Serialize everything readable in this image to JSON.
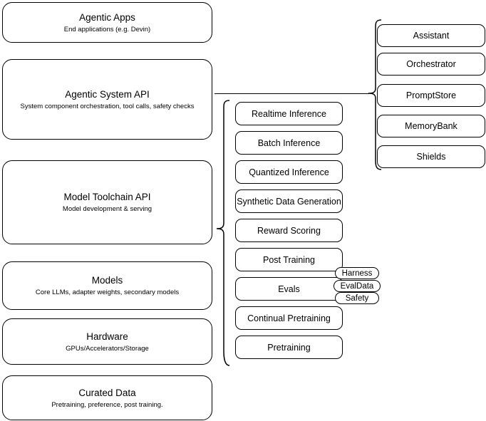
{
  "diagram": {
    "title": "AI stack layered architecture diagram",
    "stroke_color": "#000000",
    "background_color": "#ffffff"
  },
  "left_stack": {
    "name": "layer-stack",
    "layers": [
      {
        "title": "Agentic Apps",
        "subtitle": "End applications (e.g. Devin)"
      },
      {
        "title": "Agentic System API",
        "subtitle": "System component orchestration, tool calls, safety checks"
      },
      {
        "title": "Model Toolchain API",
        "subtitle": "Model development & serving"
      },
      {
        "title": "Models",
        "subtitle": "Core LLMs, adapter weights, secondary models"
      },
      {
        "title": "Hardware",
        "subtitle": "GPUs/Accelerators/Storage"
      },
      {
        "title": "Curated Data",
        "subtitle": "Pretraining, preference, post training."
      }
    ]
  },
  "toolchain_column": {
    "name": "model-toolchain-capabilities",
    "items": [
      {
        "label": "Realtime Inference"
      },
      {
        "label": "Batch Inference"
      },
      {
        "label": "Quantized Inference"
      },
      {
        "label": "Synthetic Data Generation"
      },
      {
        "label": "Reward Scoring"
      },
      {
        "label": "Post Training"
      },
      {
        "label": "Evals"
      },
      {
        "label": "Continual Pretraining"
      },
      {
        "label": "Pretraining"
      }
    ]
  },
  "evals_pills": {
    "name": "evals-subcomponents",
    "items": [
      {
        "label": "Harness"
      },
      {
        "label": "EvalData"
      },
      {
        "label": "Safety"
      }
    ]
  },
  "agentic_column": {
    "name": "agentic-system-components",
    "items": [
      {
        "label": "Assistant"
      },
      {
        "label": "Orchestrator"
      },
      {
        "label": "PromptStore"
      },
      {
        "label": "MemoryBank"
      },
      {
        "label": "Shields"
      }
    ]
  }
}
